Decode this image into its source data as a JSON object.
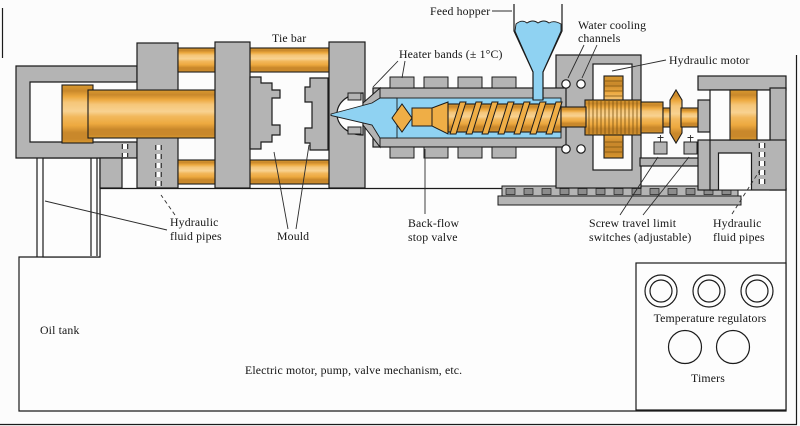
{
  "diagram": {
    "labels": {
      "tie_bar": "Tie bar",
      "feed_hopper": "Feed hopper",
      "water_cooling_1": "Water cooling",
      "water_cooling_2": "channels",
      "heater_bands": "Heater bands (± 1°C)",
      "hydraulic_motor": "Hydraulic motor",
      "hyd_pipes_left_1": "Hydraulic",
      "hyd_pipes_left_2": "fluid pipes",
      "mould": "Mould",
      "back_flow_1": "Back-flow",
      "back_flow_2": "stop valve",
      "screw_limit_1": "Screw travel limit",
      "screw_limit_2": "switches (adjustable)",
      "hyd_pipes_right_1": "Hydraulic",
      "hyd_pipes_right_2": "fluid pipes",
      "oil_tank": "Oil tank",
      "base_unit": "Electric motor, pump, valve mechanism, etc.",
      "temperature_regulators": "Temperature regulators",
      "timers": "Timers"
    },
    "control_panel": {
      "temperature_regulator_count": 3,
      "timer_count": 2
    },
    "colors": {
      "machine_gray": "#b4b4b4",
      "metal_gold": "#efae46",
      "melt_blue": "#8fd2f2",
      "outline": "#1b1b1b",
      "background": "#fcfcfc"
    }
  }
}
